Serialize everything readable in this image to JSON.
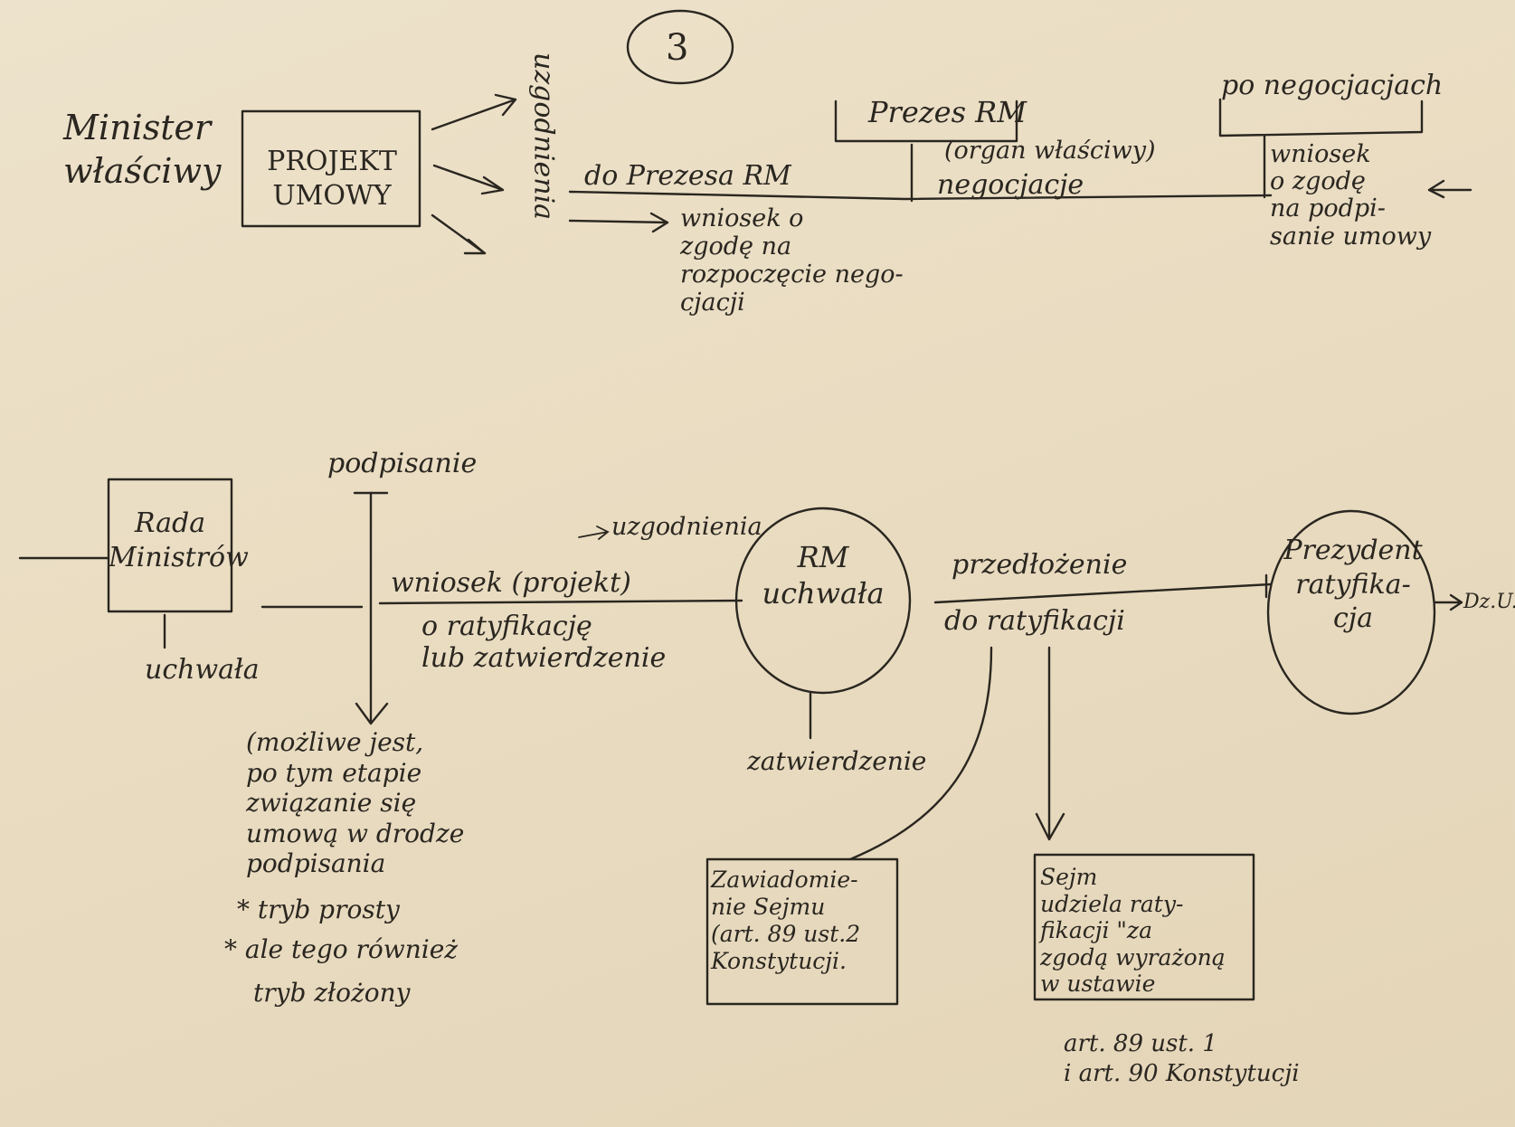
{
  "page_number": "3",
  "top": {
    "minister": "Minister\nwłaściwy",
    "projekt_box": "PROJEKT\nUMOWY",
    "uzgodnienia": "uzgodnienia",
    "do_prezesa": "do Prezesa RM",
    "wniosek_negocjacje": "wniosek o\nzgodę na\nrozpoczęcie nego-\ncjacji",
    "prezes_rm": "Prezes RM",
    "organ": "(organ właściwy)",
    "negocjacje": "negocjacje",
    "po_negocjacjach": "po negocjacjach",
    "wniosek_podpisanie": "wniosek\no zgodę\nna podpi-\nsanie umowy"
  },
  "bottom": {
    "rada_box": "Rada\nMinistrów",
    "uchwala": "uchwała",
    "podpisanie": "podpisanie",
    "uzgodnienia": "uzgodnienia",
    "wniosek_projekt": "wniosek (projekt)",
    "o_ratyfikacje": "o ratyfikację\nlub zatwierdzenie",
    "rm_circle": "RM\nuchwała",
    "przedlozenie": "przedłożenie",
    "do_ratyfikacji": "do ratyfikacji",
    "prezydent_circle": "Prezydent\nratyfika-\ncja",
    "dz_u": "Dz.U.",
    "zatwierdzenie": "zatwierdzenie",
    "mozliwe": "(możliwe jest,\npo tym etapie\nzwiązanie się\numową w drodze\npodpisania",
    "tryb_prosty": "* tryb prosty",
    "ale": "* ale tego również",
    "tryb_zlozony": "tryb złożony",
    "zawiadomienie_box": "Zawiadomie-\nnie Sejmu\n(art. 89 ust.2\nKonstytucji.",
    "sejm_box": "Sejm\nudziela raty-\nfikacji \"za\nzgodą wyrażoną\nw ustawie",
    "sejm_art": "art. 89 ust. 1\ni art. 90 Konstytucji"
  }
}
